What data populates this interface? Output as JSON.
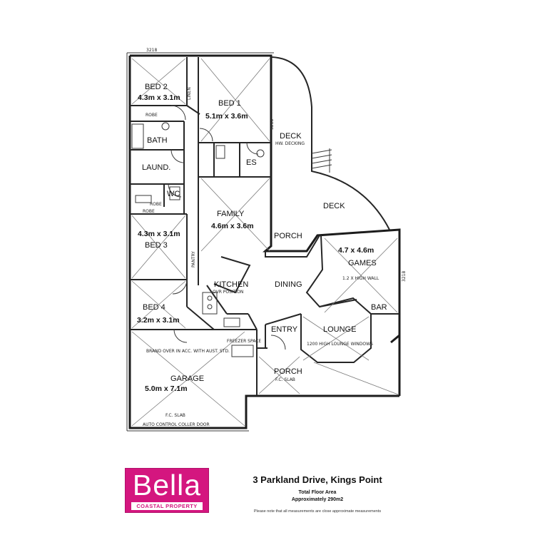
{
  "plan": {
    "rooms": {
      "bed2": {
        "name": "BED 2",
        "dims": "4.3m x 3.1m"
      },
      "bed1": {
        "name": "BED 1",
        "dims": "5.1m x 3.6m"
      },
      "bath": {
        "name": "BATH"
      },
      "laund": {
        "name": "LAUND."
      },
      "wc": {
        "name": "WC"
      },
      "es": {
        "name": "ES"
      },
      "family": {
        "name": "FAMILY",
        "dims": "4.6m x 3.6m"
      },
      "bed3": {
        "name": "BED 3",
        "dims": "4.3m x 3.1m"
      },
      "bed4": {
        "name": "BED 4",
        "dims": "3.2m x 3.1m"
      },
      "kitchen": {
        "name": "KITCHEN"
      },
      "dining": {
        "name": "DINING"
      },
      "games": {
        "name": "GAMES",
        "dims": "4.7 x 4.6m"
      },
      "bar": {
        "name": "BAR"
      },
      "entry": {
        "name": "ENTRY"
      },
      "lounge": {
        "name": "LOUNGE"
      },
      "porch_top": {
        "name": "PORCH"
      },
      "porch_bottom": {
        "name": "PORCH"
      },
      "garage": {
        "name": "GARAGE",
        "dims": "5.0m x 7.1m"
      },
      "deck_upper": {
        "name": "DECK"
      },
      "deck_lower": {
        "name": "DECK"
      }
    },
    "notes": {
      "top_dim": "3218",
      "robe": "ROBE",
      "robe2": "ROBE",
      "robe3": "ROBE",
      "linen": "LINEN",
      "garage_slab": "F.C. SLAB",
      "garage_door": "AUTO CONTROL COLLER DOOR",
      "garage_note": "BRAND OVER IN ACC. WITH AUST. STD.",
      "porch_slab": "F.C. SLAB",
      "games_wall": "1.2 X HIGH WALL",
      "lounge_note": "1200 HIGH LOUNGE WINDOWS",
      "deck_note": "HW. DECKING",
      "pantry": "PANTRY",
      "freezer": "FREEZER SPACE",
      "kitchen_note": "OVR POSITION",
      "right_dim": "3218",
      "deck_dim": "3218"
    }
  },
  "footer": {
    "logo_main": "Bella",
    "logo_sub": "COASTAL PROPERTY",
    "brand_color": "#d4167f",
    "address": "3 Parkland Drive, Kings Point",
    "total_floor_area": "Total Floor Area",
    "approx_area": "Approximately 290m2",
    "disclaimer": "Please note that all measurements are close approximate measurements"
  }
}
